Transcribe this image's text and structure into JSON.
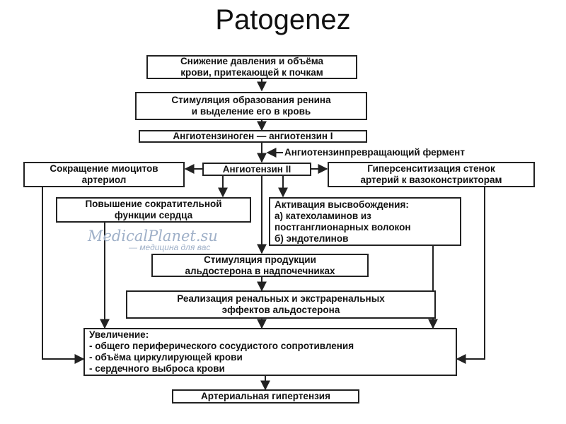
{
  "title": "Patogenez",
  "watermark": {
    "name": "MedicalPlanet.su",
    "tagline": "— медицина для вас"
  },
  "boxes": {
    "reduction": "Снижение давления и объёма\nкрови, притекающей к почкам",
    "renin": "Стимуляция образования ренина\nи выделение его в кровь",
    "angiotensinogen": "Ангиотензиноген — ангиотензин I",
    "ace": "Ангиотензинпревращающий фермент",
    "angiotensin2": "Ангиотензин II",
    "myocytes": "Сокращение миоцитов\nартериол",
    "hypersens": "Гиперсенситизация стенок\nартерий к вазоконстрикторам",
    "heart": "Повышение сократительной\nфункции сердца",
    "release": "Активация высвобождения:\nа) катехоламинов из\nпостганглионарных волокон\nб) эндотелинов",
    "aldosterone": "Стимуляция продукции\nальдостерона в надпочечниках",
    "effects": "Реализация ренальных и экстраренальных\nэффектов альдостерона",
    "increase": "Увеличение:\n- общего периферического сосудистого сопротивления\n- объёма циркулирующей крови\n- сердечного выброса крови",
    "hypertension": "Артериальная гипертензия"
  },
  "colors": {
    "line": "#222222",
    "watermark": "#9fb0c8"
  }
}
